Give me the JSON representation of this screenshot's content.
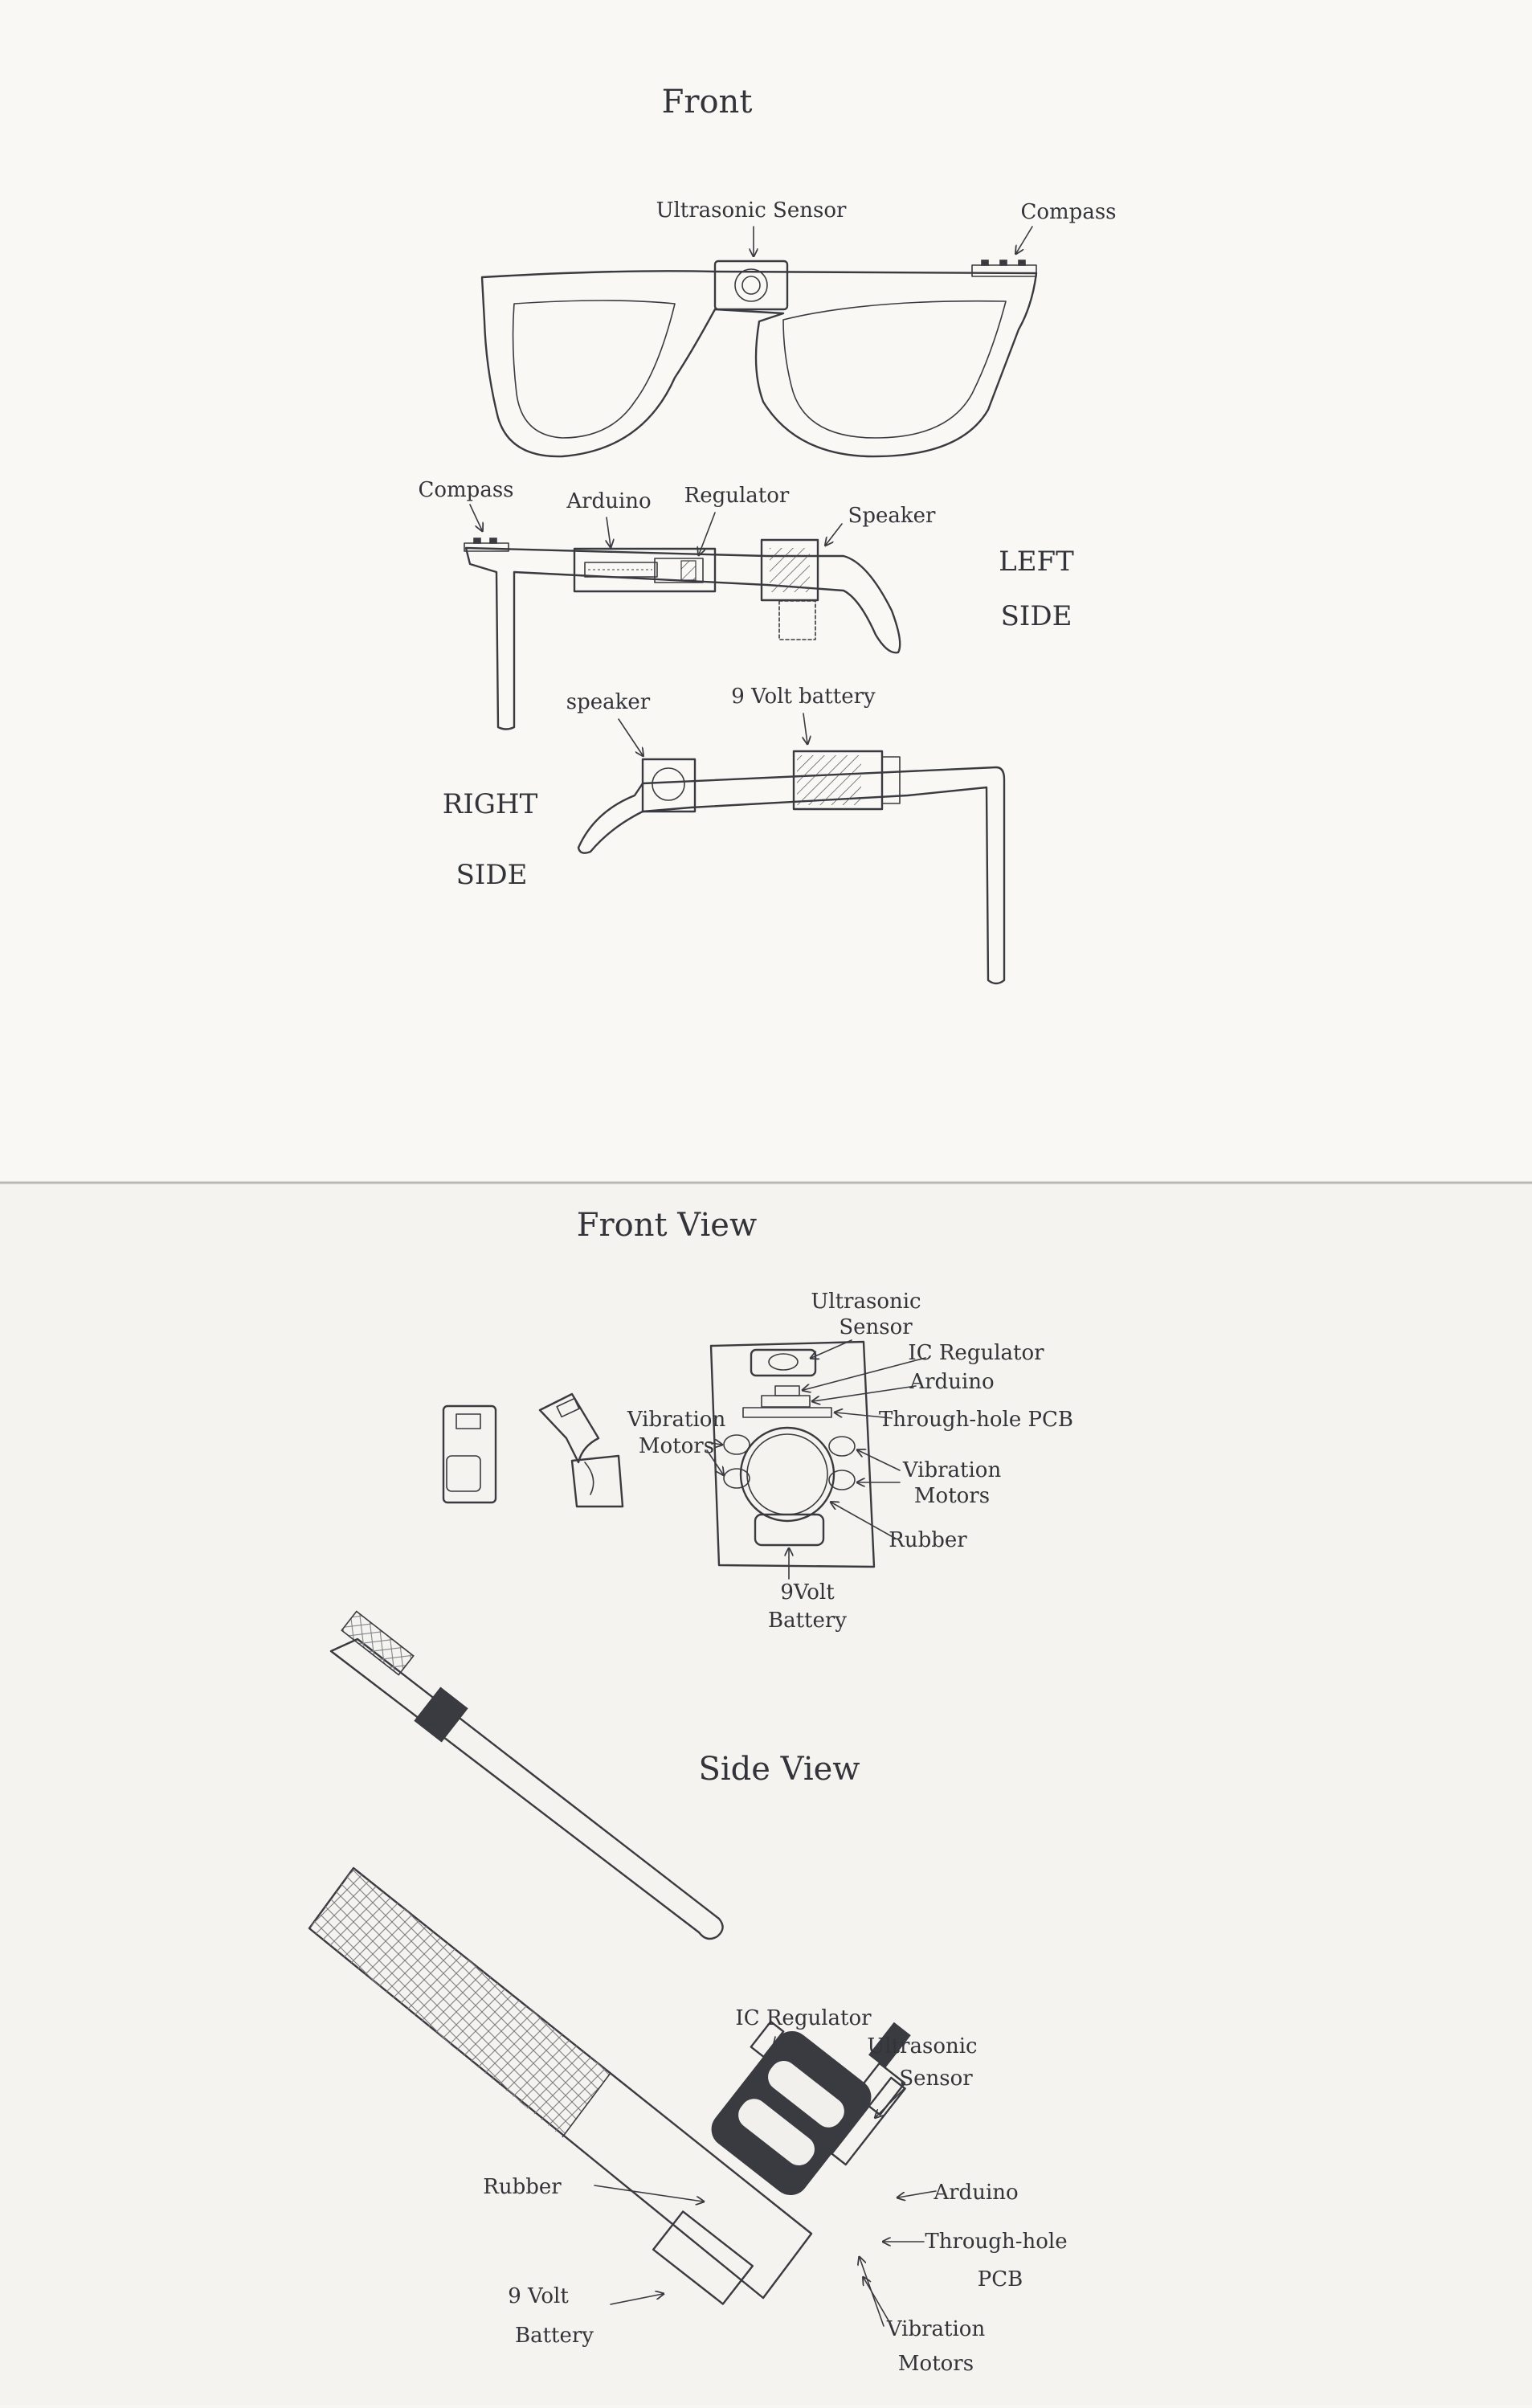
{
  "page1": {
    "title": "Front",
    "labels": {
      "ultrasonic_sensor": "Ultrasonic Sensor",
      "compass_front": "Compass",
      "compass_left": "Compass",
      "arduino": "Arduino",
      "regulator": "Regulator",
      "speaker_left": "Speaker",
      "left_side_1": "LEFT",
      "left_side_2": "SIDE",
      "speaker_right": "speaker",
      "battery": "9 Volt battery",
      "right_side_1": "RIGHT",
      "right_side_2": "SIDE"
    }
  },
  "page2": {
    "front_view_title": "Front View",
    "side_view_title": "Side View",
    "front_labels": {
      "ultrasonic_1": "Ultrasonic",
      "ultrasonic_2": "Sensor",
      "ic_regulator": "IC Regulator",
      "arduino": "Arduino",
      "through_hole_pcb": "Through-hole PCB",
      "vibration_left_1": "Vibration",
      "vibration_left_2": "Motors",
      "vibration_right_1": "Vibration",
      "vibration_right_2": "Motors",
      "rubber": "Rubber",
      "battery_1": "9Volt",
      "battery_2": "Battery"
    },
    "side_labels": {
      "ic_regulator": "IC Regulator",
      "ultrasonic_1": "Ultrasonic",
      "ultrasonic_2": "Sensor",
      "rubber": "Rubber",
      "arduino": "Arduino",
      "through_hole_1": "Through-hole",
      "through_hole_2": "PCB",
      "battery_1": "9 Volt",
      "battery_2": "Battery",
      "vibration_1": "Vibration",
      "vibration_2": "Motors"
    }
  }
}
